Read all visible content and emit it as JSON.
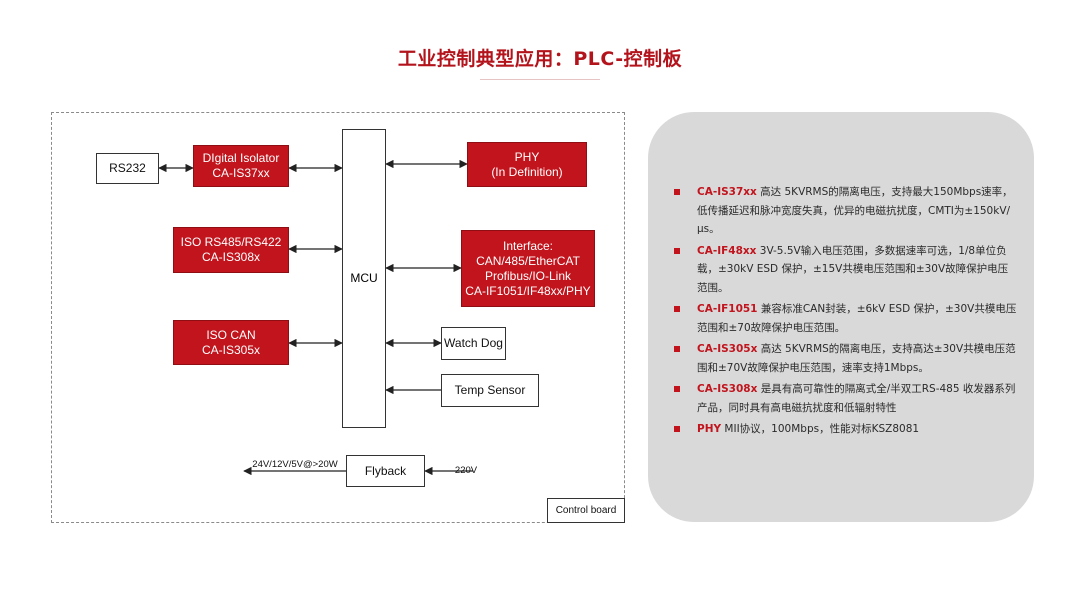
{
  "title": "工业控制典型应用：PLC-控制板",
  "diagram": {
    "mcu": "MCU",
    "rs232": "RS232",
    "digital_isolator": [
      "DIgital Isolator",
      "CA-IS37xx"
    ],
    "iso_rs485": [
      "ISO RS485/RS422",
      "CA-IS308x"
    ],
    "iso_can": [
      "ISO CAN",
      "CA-IS305x"
    ],
    "phy": [
      "PHY",
      "(In Definition)"
    ],
    "interface": [
      "Interface:",
      "CAN/485/EtherCAT",
      "Profibus/IO-Link",
      "CA-IF1051/IF48xx/PHY"
    ],
    "watch_dog": "Watch Dog",
    "temp_sensor": "Temp Sensor",
    "flyback": "Flyback",
    "flyback_out": "24V/12V/5V@>20W",
    "flyback_in": "220V",
    "control_board": "Control board"
  },
  "features": [
    {
      "code": "CA-IS37xx",
      "text": " 高达 5KVRMS的隔离电压，支持最大150Mbps速率，低传播延迟和脉冲宽度失真，优异的电磁抗扰度，CMTI为±150kV/μs。"
    },
    {
      "code": "CA-IF48xx",
      "text": " 3V-5.5V输入电压范围，多数据速率可选，1/8单位负载，±30kV ESD 保护，±15V共模电压范围和±30V故障保护电压范围。"
    },
    {
      "code": "CA-IF1051",
      "text": " 兼容标准CAN封装，±6kV ESD 保护，±30V共模电压范围和±70故障保护电压范围。"
    },
    {
      "code": "CA-IS305x",
      "text": " 高达 5KVRMS的隔离电压，支持高达±30V共模电压范围和±70V故障保护电压范围，速率支持1Mbps。"
    },
    {
      "code": "CA-IS308x",
      "text": " 是具有高可靠性的隔离式全/半双工RS-485 收发器系列产品，同时具有高电磁抗扰度和低辐射特性"
    },
    {
      "code": "PHY",
      "text": " MII协议，100Mbps，性能对标KSZ8081"
    }
  ],
  "colors": {
    "accent": "#c1141d",
    "panel": "#d9d9d9"
  }
}
